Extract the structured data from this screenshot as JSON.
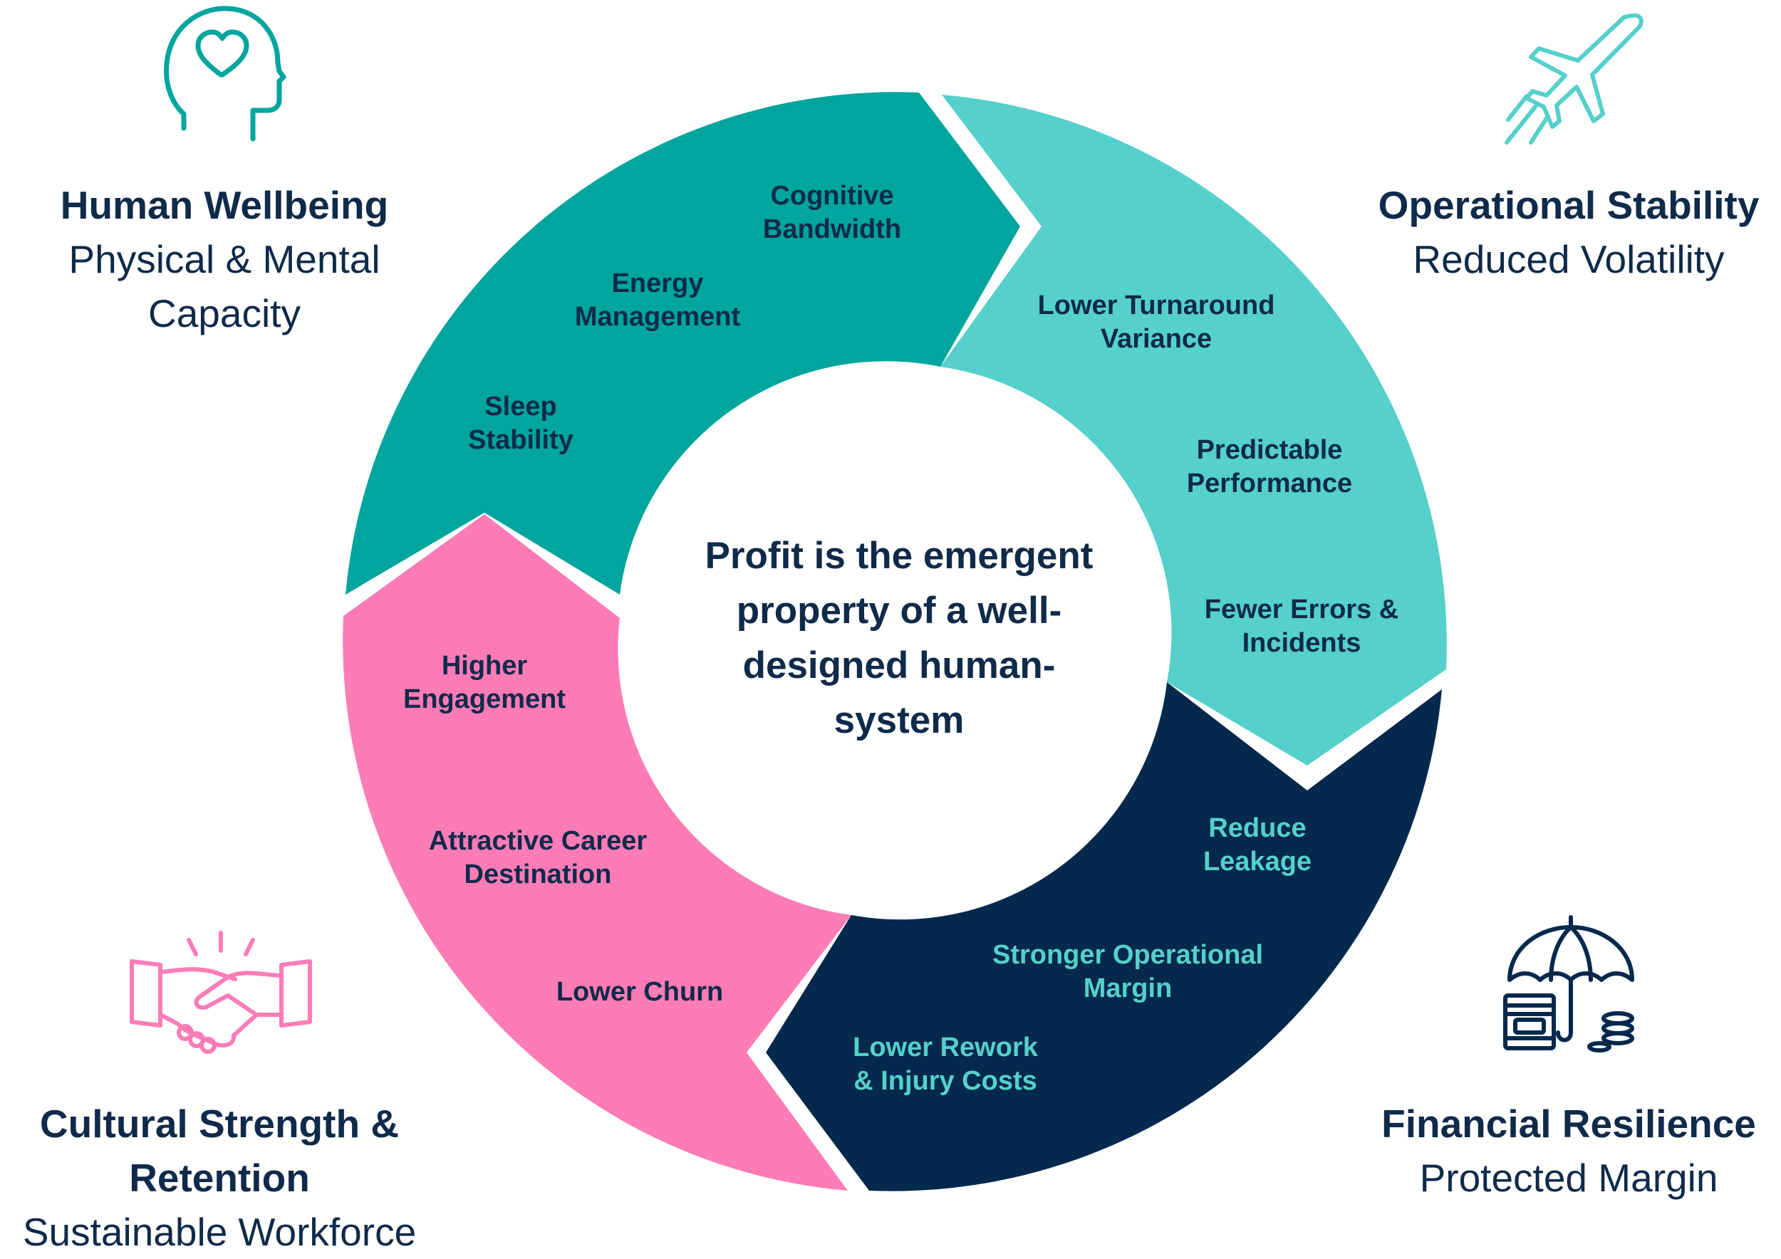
{
  "center_text": "Profit is the emergent property of a well-designed human-system",
  "segments": {
    "wellbeing": {
      "color": "#00a59d",
      "labels": [
        "Cognitive Bandwidth",
        "Energy Management",
        "Sleep Stability"
      ]
    },
    "operational": {
      "color": "#55d0cb",
      "labels": [
        "Lower Turnaround Variance",
        "Predictable Performance",
        "Fewer Errors & Incidents"
      ]
    },
    "financial": {
      "color": "#04294d",
      "labels": [
        "Reduce Leakage",
        "Stronger Operational Margin",
        "Lower Rework & Injury Costs"
      ]
    },
    "cultural": {
      "color": "#fd7cb6",
      "labels": [
        "Higher Engagement",
        "Attractive Career Destination",
        "Lower Churn"
      ]
    }
  },
  "corners": {
    "human_wellbeing": {
      "title": "Human Wellbeing",
      "subtitle": "Physical & Mental Capacity",
      "icon": "head-heart-icon"
    },
    "operational_stability": {
      "title": "Operational Stability",
      "subtitle": "Reduced Volatility",
      "icon": "airplane-icon"
    },
    "cultural_strength": {
      "title": "Cultural Strength & Retention",
      "subtitle": "Sustainable Workforce",
      "icon": "handshake-icon"
    },
    "financial_resilience": {
      "title": "Financial Resilience",
      "subtitle": "Protected Margin",
      "icon": "umbrella-money-icon"
    }
  }
}
